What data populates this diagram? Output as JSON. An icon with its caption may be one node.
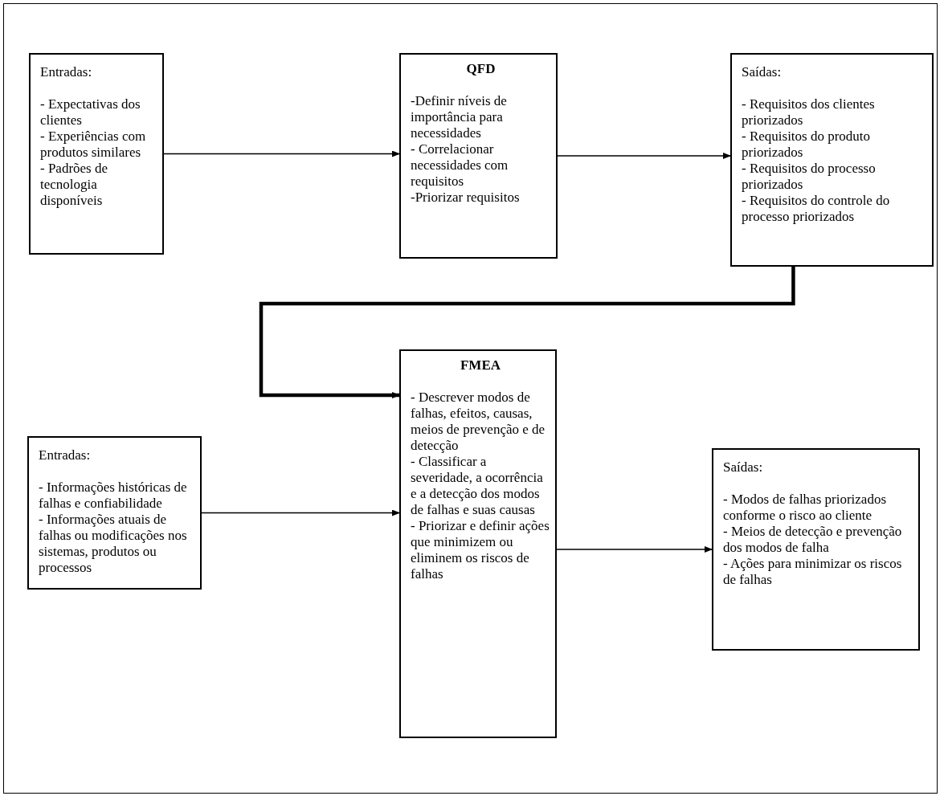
{
  "diagram": {
    "nodes": [
      {
        "text": [
          "Entradas:",
          "- Expectativas dos clientes",
          "- Experiências com produtos similares",
          "- Padrões de tecnologia disponíveis"
        ]
      },
      {
        "text": [
          "QFD",
          "-Definir níveis de importância para necessidades",
          "- Correlacionar necessidades com requisitos",
          "-Priorizar requisitos"
        ]
      },
      {
        "text": [
          "Saídas:",
          "- Requisitos dos clientes priorizados",
          "- Requisitos do produto priorizados",
          "- Requisitos do processo priorizados",
          "- Requisitos do controle do processo priorizados"
        ]
      },
      {
        "text": [
          "FMEA",
          "- Descrever modos de falhas, efeitos, causas, meios de prevenção e de detecção",
          "- Classificar a severidade, a ocorrência e a detecção dos modos de falhas e suas causas",
          "- Priorizar e definir ações que minimizem ou eliminem os riscos de falhas"
        ]
      },
      {
        "text": [
          "Entradas:",
          "- Informações históricas de falhas e confiabilidade",
          "- Informações atuais de falhas ou modificações nos sistemas, produtos ou processos"
        ]
      },
      {
        "text": [
          "Saídas:",
          "- Modos de falhas priorizados conforme o risco ao cliente",
          "- Meios de detecção e prevenção dos modos de falha",
          "- Ações para minimizar os riscos de falhas"
        ]
      }
    ],
    "edges": [
      {
        "from": 0,
        "to": 1,
        "arrow": "to"
      },
      {
        "from": 1,
        "to": 2,
        "arrow": "to"
      },
      {
        "from": 2,
        "to": 3,
        "arrow": "to",
        "style": "thick"
      },
      {
        "from": 4,
        "to": 3,
        "arrow": "to"
      },
      {
        "from": 3,
        "to": 5,
        "arrow": "to"
      }
    ]
  }
}
